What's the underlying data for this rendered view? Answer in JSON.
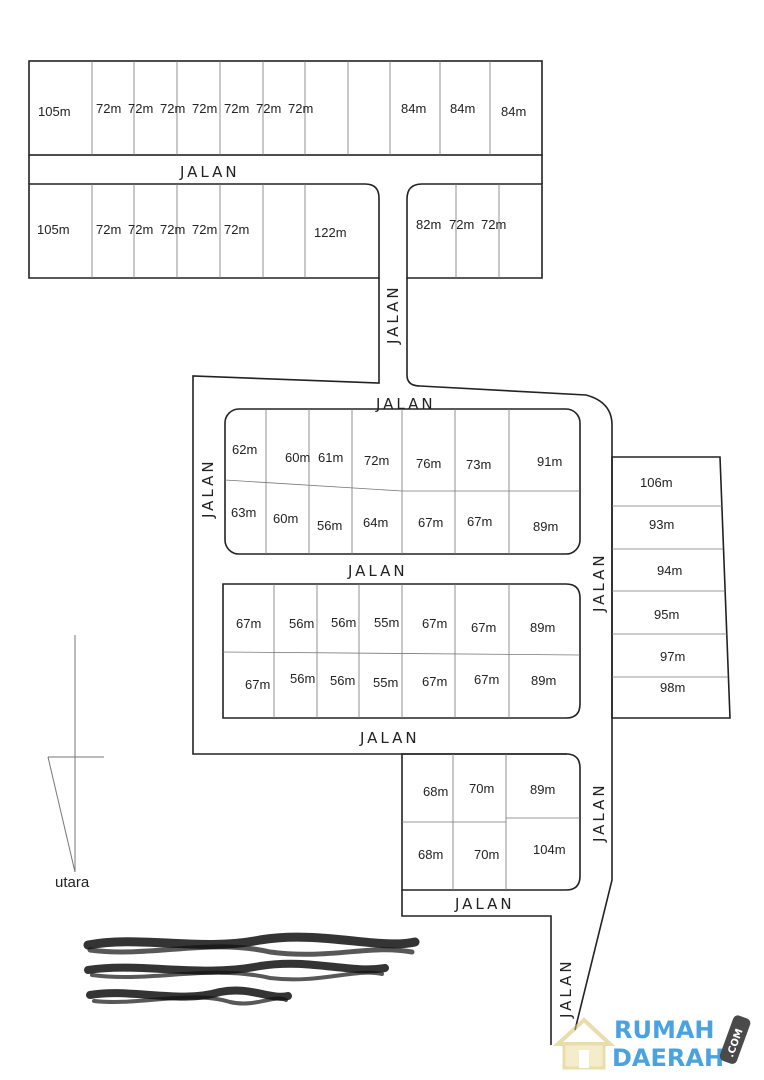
{
  "road_label": "JALAN",
  "north_label": "utara",
  "logo": {
    "rumah": "RUMAH",
    "daerah": "DAERAH",
    "com": ".COM"
  },
  "block_top": [
    "105m",
    "72m",
    "72m",
    "72m",
    "72m",
    "72m",
    "72m",
    "72m",
    "84m",
    "84m",
    "84m"
  ],
  "block_second_left": [
    "105m",
    "72m",
    "72m",
    "72m",
    "72m",
    "72m",
    "122m"
  ],
  "block_second_right": [
    "82m",
    "72m",
    "72m"
  ],
  "block_mid1_upper": [
    "62m",
    "60m",
    "61m",
    "72m",
    "76m",
    "73m",
    "91m"
  ],
  "block_mid1_lower": [
    "63m",
    "60m",
    "56m",
    "64m",
    "67m",
    "67m",
    "89m"
  ],
  "block_mid2_upper": [
    "67m",
    "56m",
    "56m",
    "55m",
    "67m",
    "67m",
    "89m"
  ],
  "block_mid2_lower": [
    "67m",
    "56m",
    "56m",
    "55m",
    "67m",
    "67m",
    "89m"
  ],
  "block_east": [
    "106m",
    "93m",
    "94m",
    "95m",
    "97m",
    "98m"
  ],
  "block_south_upper": [
    "68m",
    "70m",
    "89m"
  ],
  "block_south_lower": [
    "68m",
    "70m",
    "104m"
  ]
}
